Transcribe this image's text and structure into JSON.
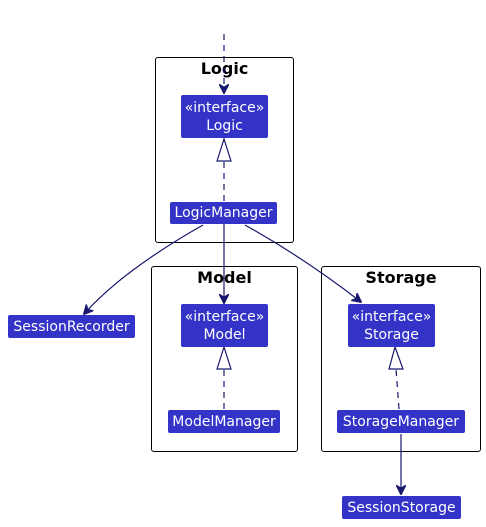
{
  "packages": {
    "logic": "Logic",
    "model": "Model",
    "storage": "Storage"
  },
  "classes": {
    "logic_interface": {
      "stereotype": "«interface»",
      "name": "Logic"
    },
    "logic_manager": {
      "name": "LogicManager"
    },
    "model_interface": {
      "stereotype": "«interface»",
      "name": "Model"
    },
    "model_manager": {
      "name": "ModelManager"
    },
    "storage_interface": {
      "stereotype": "«interface»",
      "name": "Storage"
    },
    "storage_manager": {
      "name": "StorageManager"
    },
    "session_recorder": {
      "name": "SessionRecorder"
    },
    "session_storage": {
      "name": "SessionStorage"
    }
  },
  "colors": {
    "class_fill": "#3333c8",
    "class_text": "#ffffff",
    "edge": "#181870",
    "package_border": "#000000"
  }
}
